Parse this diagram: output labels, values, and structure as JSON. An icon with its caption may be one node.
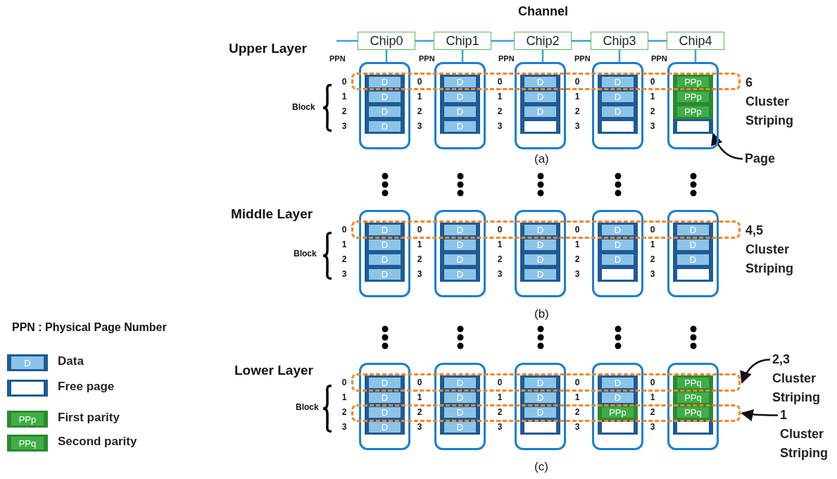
{
  "diagram": {
    "nodes": [
      {
        "text": [
          "Chip0"
        ]
      },
      {
        "text": [
          "Chip1"
        ]
      },
      {
        "text": [
          "Chip2"
        ]
      },
      {
        "text": [
          "Chip3"
        ]
      },
      {
        "text": [
          "Chip4"
        ]
      },
      {
        "text": [],
        "shape": "box"
      },
      {
        "text": [
          "D"
        ]
      },
      {
        "text": [
          "D"
        ],
        "in": 5
      },
      {
        "text": [
          "D"
        ],
        "in": 5
      },
      {
        "text": [
          "D"
        ],
        "in": 5
      },
      {
        "text": [],
        "shape": "box"
      },
      {
        "text": [
          "D"
        ]
      },
      {
        "text": [
          "D"
        ],
        "in": 10
      },
      {
        "text": [
          "D"
        ],
        "in": 10
      },
      {
        "text": [
          "D"
        ],
        "in": 10
      },
      {
        "text": [],
        "shape": "box"
      },
      {
        "text": [
          "D"
        ]
      },
      {
        "text": [
          "D"
        ],
        "in": 15
      },
      {
        "text": [
          "D"
        ],
        "in": 15
      },
      {
        "text": [],
        "shape": "box",
        "in": 15
      },
      {
        "text": [],
        "shape": "box"
      },
      {
        "text": [
          "D"
        ]
      },
      {
        "text": [
          "D"
        ],
        "in": 20
      },
      {
        "text": [
          "D"
        ],
        "in": 20
      },
      {
        "text": [],
        "shape": "box",
        "in": 20
      },
      {
        "text": [],
        "shape": "box"
      },
      {
        "text": [
          "PPp"
        ]
      },
      {
        "text": [
          "PPp"
        ],
        "in": 25
      },
      {
        "text": [
          "PPp"
        ],
        "in": 25
      },
      {
        "text": [],
        "shape": "box",
        "in": 25
      },
      {
        "text": [],
        "shape": "box",
        "beside": [
          "6 Cluster Striping"
        ]
      },
      {
        "text": [
          "Page"
        ]
      },
      {
        "text": [],
        "shape": "box"
      },
      {
        "text": [
          "D"
        ]
      },
      {
        "text": [
          "D"
        ],
        "in": 32
      },
      {
        "text": [
          "D"
        ],
        "in": 32
      },
      {
        "text": [
          "D"
        ],
        "in": 32
      },
      {
        "text": [],
        "shape": "box"
      },
      {
        "text": [
          "D"
        ]
      },
      {
        "text": [
          "D"
        ],
        "in": 37
      },
      {
        "text": [
          "D"
        ],
        "in": 37
      },
      {
        "text": [
          "D"
        ],
        "in": 37
      },
      {
        "text": [],
        "shape": "box"
      },
      {
        "text": [
          "D"
        ]
      },
      {
        "text": [
          "D"
        ],
        "in": 42
      },
      {
        "text": [
          "D"
        ],
        "in": 42
      },
      {
        "text": [
          "D"
        ],
        "in": 42
      },
      {
        "text": [],
        "shape": "box"
      },
      {
        "text": [
          "D"
        ]
      },
      {
        "text": [
          "D"
        ],
        "in": 47
      },
      {
        "text": [
          "D"
        ],
        "in": 47
      },
      {
        "text": [],
        "shape": "box",
        "in": 47
      },
      {
        "text": [],
        "shape": "box"
      },
      {
        "text": [
          "D"
        ]
      },
      {
        "text": [
          "D"
        ],
        "in": 52
      },
      {
        "text": [
          "D"
        ],
        "in": 52
      },
      {
        "text": [],
        "shape": "box",
        "in": 52
      },
      {
        "text": [],
        "shape": "box",
        "beside": [
          "4,5 Cluster Striping"
        ]
      },
      {
        "text": [],
        "shape": "box"
      },
      {
        "text": [
          "D"
        ]
      },
      {
        "text": [
          "D"
        ],
        "in": 58
      },
      {
        "text": [
          "D"
        ]
      },
      {
        "text": [
          "D"
        ],
        "in": 58
      },
      {
        "text": [],
        "shape": "box"
      },
      {
        "text": [
          "D"
        ]
      },
      {
        "text": [
          "D"
        ],
        "in": 63
      },
      {
        "text": [
          "D"
        ]
      },
      {
        "text": [
          "D"
        ],
        "in": 63
      },
      {
        "text": [],
        "shape": "box"
      },
      {
        "text": [
          "D"
        ]
      },
      {
        "text": [
          "D"
        ],
        "in": 68
      },
      {
        "text": [
          "D"
        ]
      },
      {
        "text": [],
        "shape": "box",
        "in": 68
      },
      {
        "text": [],
        "shape": "box"
      },
      {
        "text": [
          "D"
        ]
      },
      {
        "text": [
          "D"
        ],
        "in": 73
      },
      {
        "text": [
          "PPp"
        ]
      },
      {
        "text": [],
        "shape": "box",
        "in": 73
      },
      {
        "text": [],
        "shape": "box"
      },
      {
        "text": [
          "PPq"
        ]
      },
      {
        "text": [
          "PPq"
        ],
        "in": 78
      },
      {
        "text": [
          "PPq"
        ]
      },
      {
        "text": [],
        "shape": "box",
        "in": 78
      },
      {
        "text": [],
        "shape": "box"
      },
      {
        "text": [],
        "shape": "box"
      },
      {
        "text": [
          "2,3 Cluster Striping"
        ]
      },
      {
        "text": [
          "1 Cluster Striping"
        ]
      },
      {
        "text": [
          "D"
        ],
        "beside": [
          "Data"
        ]
      },
      {
        "text": [],
        "shape": "box",
        "beside": [
          "Free page"
        ]
      },
      {
        "text": [
          "PPp"
        ],
        "beside": [
          "First parity"
        ]
      },
      {
        "text": [
          "PPq"
        ],
        "beside": [
          "Second parity"
        ]
      }
    ],
    "edges": [
      {
        "from": null,
        "to": 0,
        "arrow": "none"
      },
      {
        "from": 0,
        "to": 1,
        "arrow": "none"
      },
      {
        "from": 1,
        "to": 2,
        "arrow": "none"
      },
      {
        "from": 2,
        "to": 3,
        "arrow": "none"
      },
      {
        "from": 3,
        "to": 4,
        "arrow": "none"
      },
      {
        "from": 0,
        "to": 5,
        "arrow": "none"
      },
      {
        "from": 1,
        "to": 10,
        "arrow": "none"
      },
      {
        "from": 2,
        "to": 15,
        "arrow": "none"
      },
      {
        "from": 3,
        "to": 20,
        "arrow": "none"
      },
      {
        "from": 4,
        "to": 25,
        "arrow": "none"
      },
      {
        "from": 31,
        "to": 29,
        "arrow": "to",
        "color": "#111111"
      },
      {
        "from": 85,
        "to": 83,
        "arrow": "to",
        "color": "#111111"
      },
      {
        "from": 86,
        "to": 84,
        "arrow": "to",
        "color": "#111111"
      }
    ],
    "labels": [
      "Channel",
      "Upper Layer",
      "PPN",
      "PPN",
      "PPN",
      "PPN",
      "PPN",
      "Block",
      "0",
      "0",
      "0",
      "0",
      "0",
      "1",
      "1",
      "1",
      "1",
      "1",
      "2",
      "2",
      "2",
      "2",
      "2",
      "3",
      "3",
      "3",
      "3",
      "3",
      "(a)",
      "Middle Layer",
      "Block",
      "0",
      "0",
      "0",
      "0",
      "0",
      "1",
      "1",
      "1",
      "1",
      "1",
      "2",
      "2",
      "2",
      "2",
      "2",
      "3",
      "3",
      "3",
      "3",
      "3",
      "(b)",
      "Lower Layer",
      "Block",
      "0",
      "0",
      "0",
      "0",
      "0",
      "1",
      "1",
      "1",
      "1",
      "1",
      "2",
      "2",
      "2",
      "2",
      "2",
      "3",
      "3",
      "3",
      "3",
      "3",
      "(c)",
      "PPN : Physical Page Number"
    ]
  }
}
